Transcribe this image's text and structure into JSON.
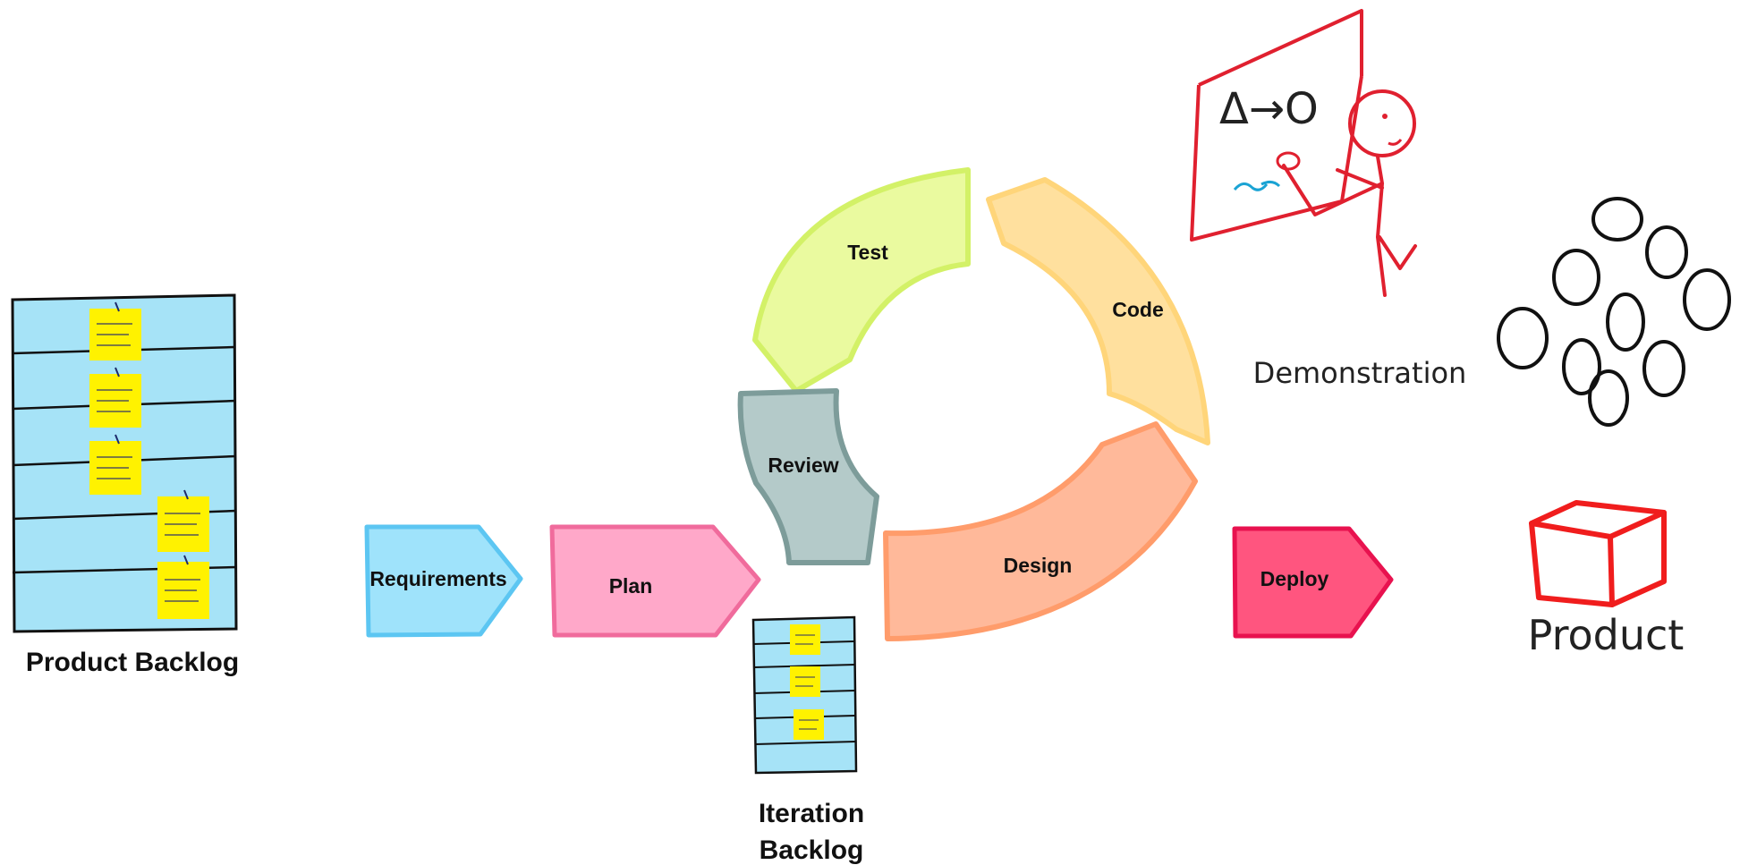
{
  "labels": {
    "product_backlog": "Product Backlog",
    "requirements": "Requirements",
    "plan": "Plan",
    "iteration_backlog_line1": "Iteration",
    "iteration_backlog_line2": "Backlog",
    "test": "Test",
    "code": "Code",
    "review": "Review",
    "design": "Design",
    "deploy": "Deploy",
    "demonstration": "Demonstration",
    "product": "Product"
  },
  "whiteboard": {
    "sketch": "Δ→O"
  },
  "colors": {
    "backlog_fill": "#a6e3f7",
    "sticky_note": "#fff200",
    "requirements": "#9fe3fb",
    "plan": "#ffa8c9",
    "test": "#eafa9f",
    "code": "#ffe09e",
    "review": "#b4cac9",
    "design": "#ffb99a",
    "deploy": "#ff557f",
    "whiteboard": "#e0202f",
    "product_box": "#f01d1d"
  }
}
